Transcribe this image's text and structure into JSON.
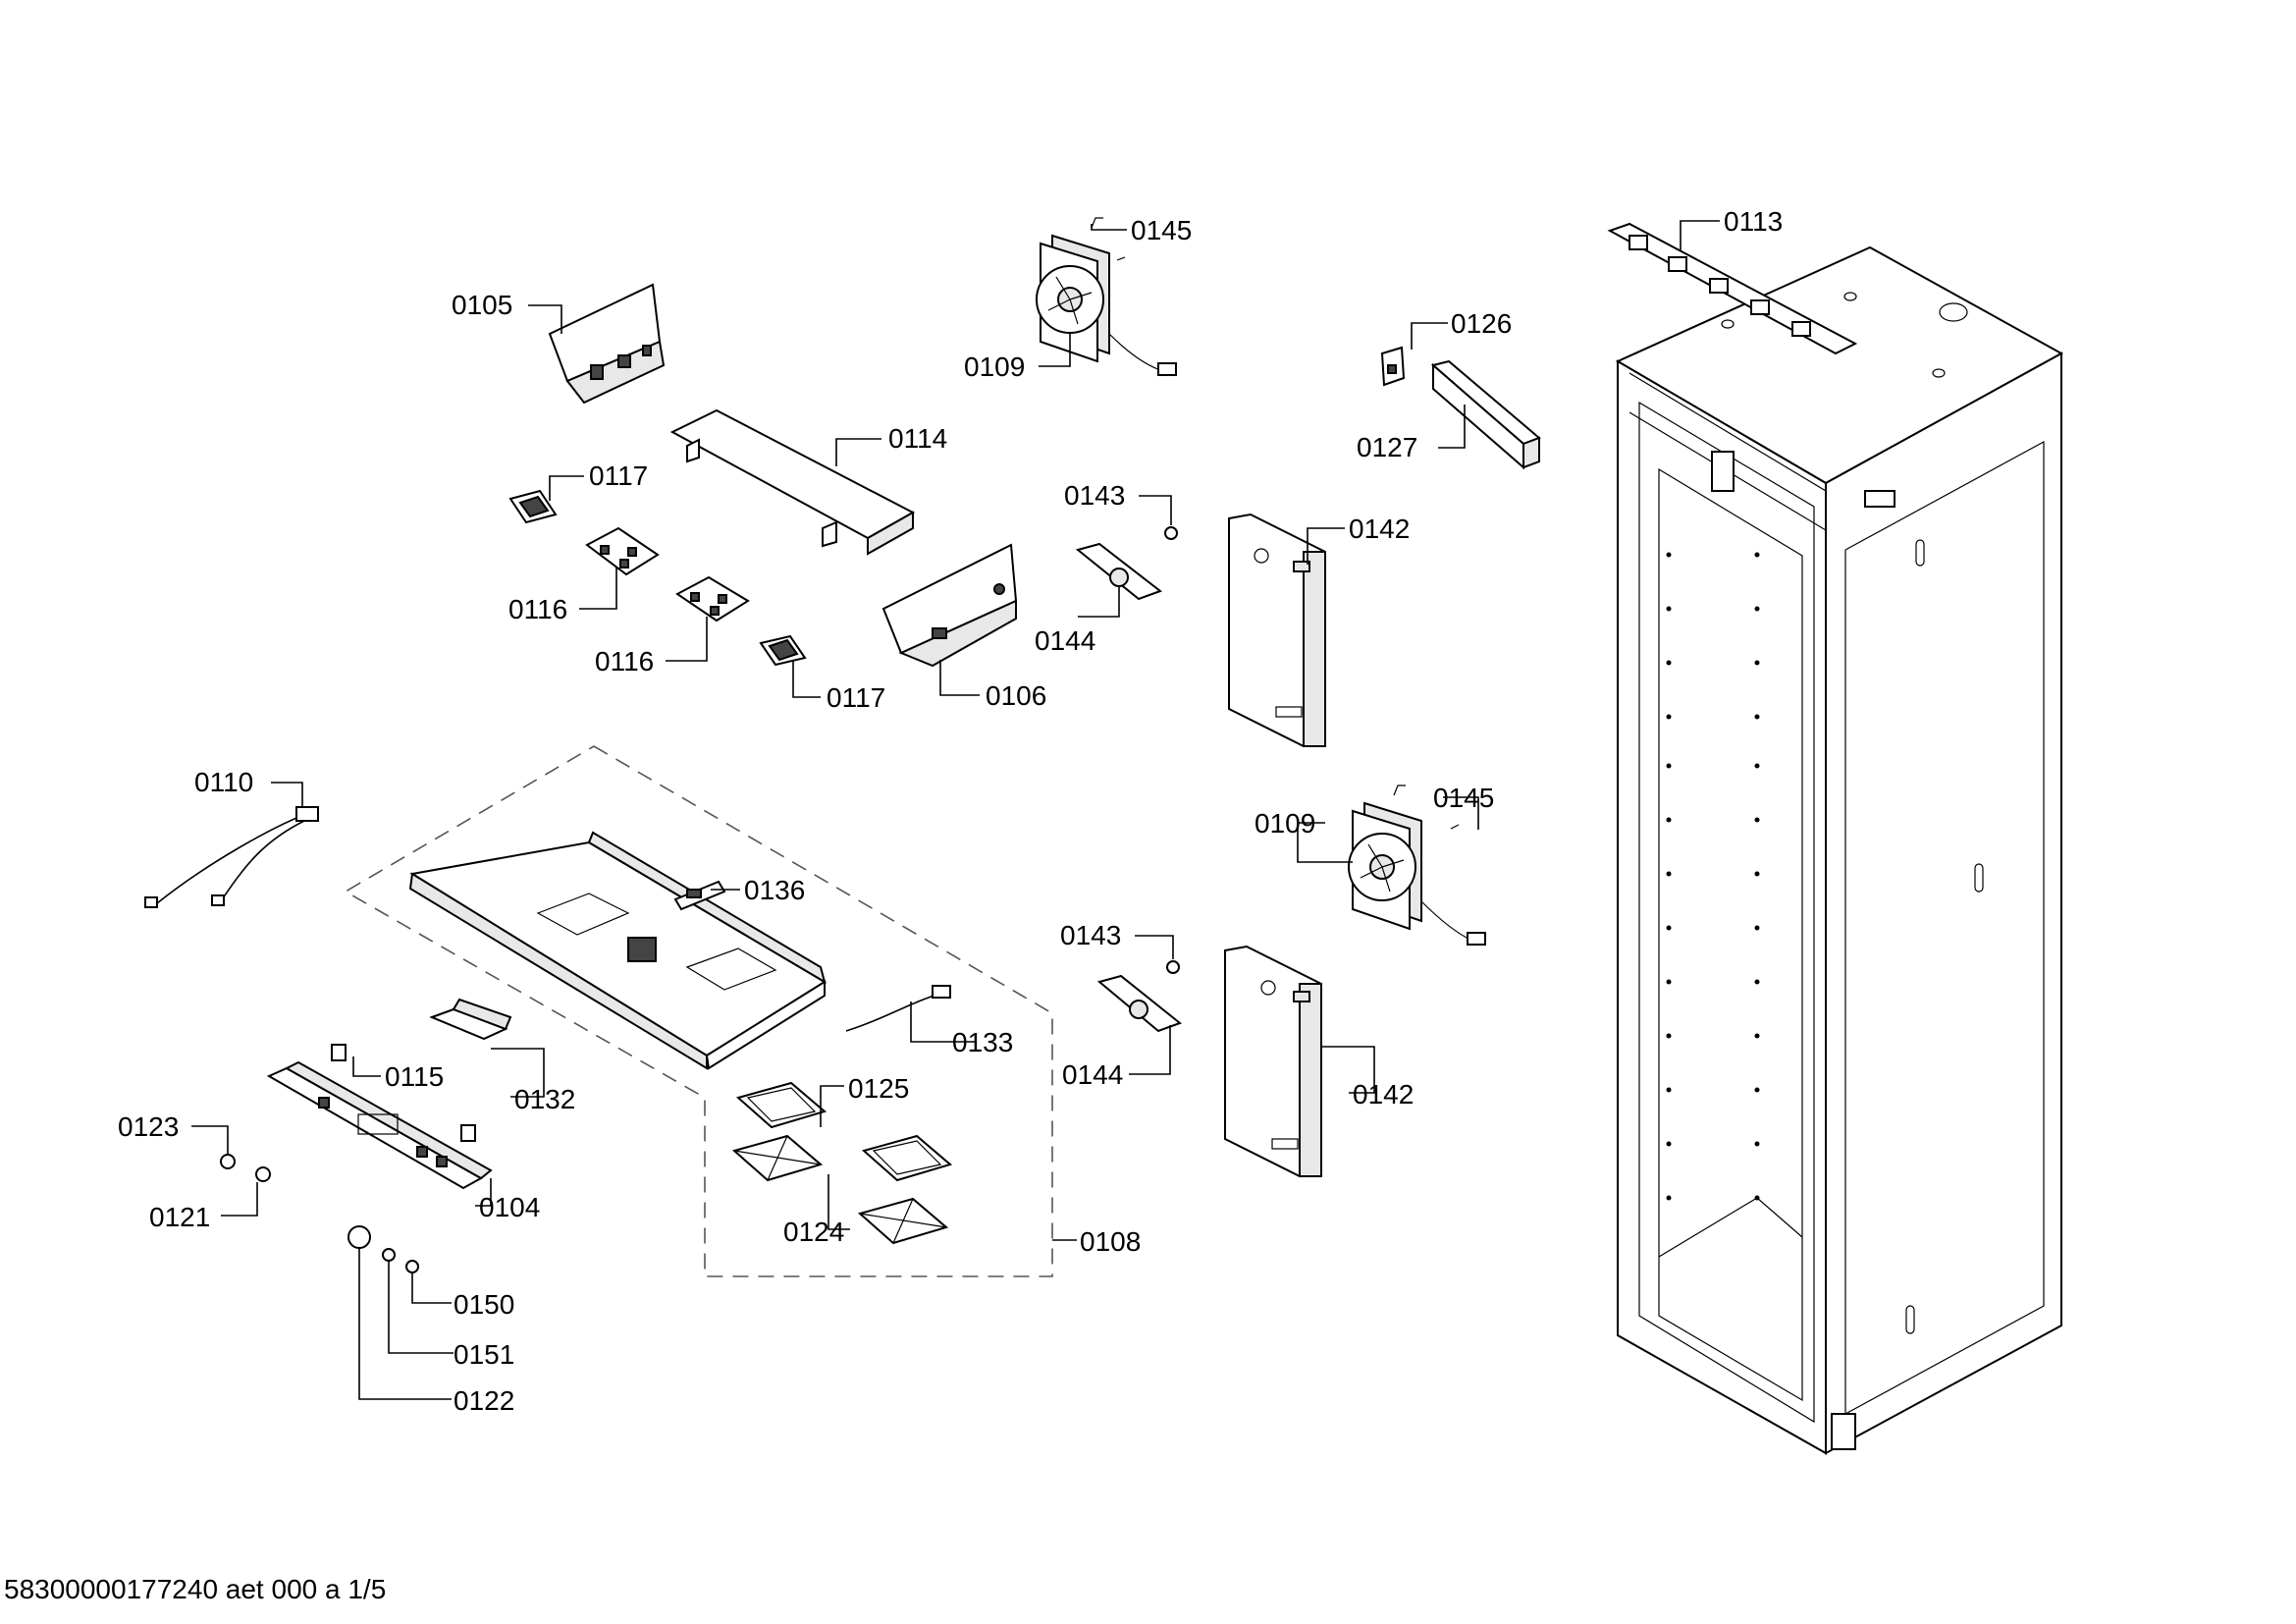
{
  "labels": {
    "p0105": "0105",
    "p0114": "0114",
    "p0117a": "0117",
    "p0116a": "0116",
    "p0116b": "0116",
    "p0117b": "0117",
    "p0106": "0106",
    "p0145a": "0145",
    "p0109a": "0109",
    "p0143a": "0143",
    "p0144a": "0144",
    "p0142a": "0142",
    "p0126": "0126",
    "p0127": "0127",
    "p0113": "0113",
    "p0110": "0110",
    "p0136": "0136",
    "p0133": "0133",
    "p0132": "0132",
    "p0115": "0115",
    "p0123": "0123",
    "p0121": "0121",
    "p0104": "0104",
    "p0125": "0125",
    "p0124": "0124",
    "p0108": "0108",
    "p0150": "0150",
    "p0151": "0151",
    "p0122": "0122",
    "p0145b": "0145",
    "p0109b": "0109",
    "p0143b": "0143",
    "p0144b": "0144",
    "p0142b": "0142"
  },
  "footer": {
    "doc_id": "58300000177240 aet 000 a 1/5"
  }
}
